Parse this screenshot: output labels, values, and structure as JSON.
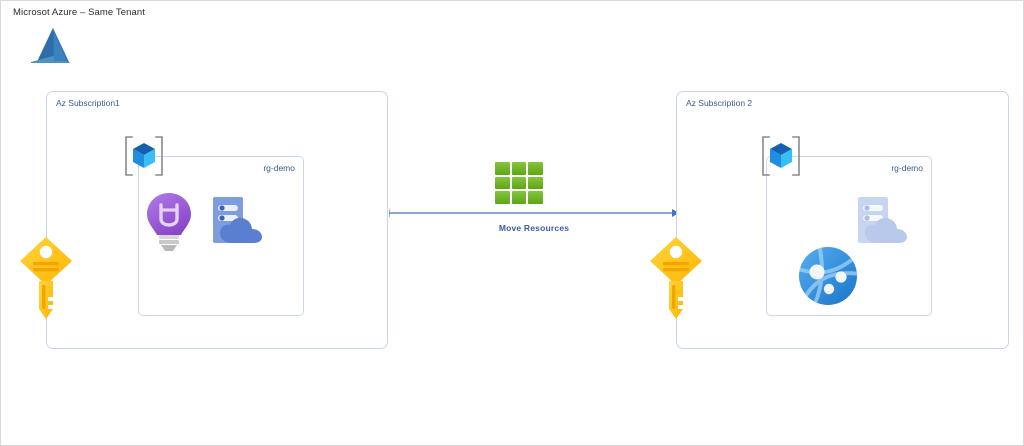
{
  "diagram": {
    "title": "Microsot Azure – Same Tenant",
    "logo_name": "microsoft-azure-logo"
  },
  "subscriptions": [
    {
      "label": "Az Subscription1",
      "resource_group": {
        "label": "rg-demo",
        "badge_icon": "resource-group-cube-icon",
        "resources": [
          {
            "icon": "lightbulb-icon",
            "color": "#9b57d3"
          },
          {
            "icon": "cloud-service-icon",
            "color": "#5c7fd1"
          }
        ]
      },
      "key_vault_icon": "key-vault-key-icon"
    },
    {
      "label": "Az Subscription 2",
      "resource_group": {
        "label": "rg-demo",
        "badge_icon": "resource-group-cube-icon",
        "resources": [
          {
            "icon": "cloud-service-icon",
            "color": "#c7d6f2"
          },
          {
            "icon": "virtual-network-globe-icon",
            "color": "#2f8fe0"
          }
        ]
      },
      "key_vault_icon": "key-vault-key-icon"
    }
  ],
  "transfer": {
    "label": "Move Resources",
    "label_color": "#3a5ba9",
    "arrow_color": "#4472c4",
    "grid_icon": "move-resources-grid-icon",
    "grid_color": "#6fb42a",
    "grid_cells": [
      1,
      2,
      3,
      4,
      5,
      6,
      7,
      8,
      9
    ]
  },
  "colors": {
    "canvas_border": "#d9d9d9",
    "container_border": "#c8d4e8",
    "label_text": "#3b5a86",
    "azure_blue": "#3175b0",
    "cube_top": "#0f62b0",
    "cube_left": "#1f8fe0",
    "cube_right": "#36b9f0",
    "key_gold": "#ffc20e"
  }
}
